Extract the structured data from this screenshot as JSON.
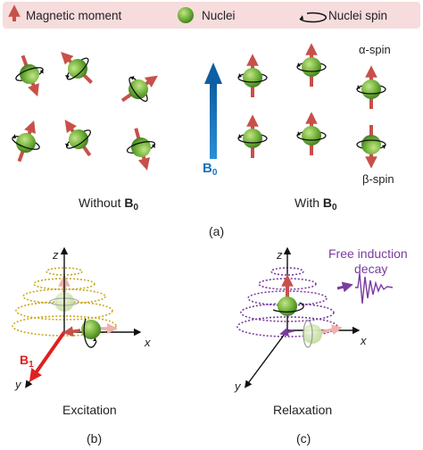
{
  "legend": {
    "magnetic_moment": "Magnetic moment",
    "nuclei": "Nuclei",
    "nuclei_spin": "Nuclei spin"
  },
  "panel_a": {
    "without_label": "Without ",
    "with_label": "With ",
    "b0_symbol": "B",
    "b0_subscript": "0",
    "alpha_spin": "α-spin",
    "beta_spin": "β-spin",
    "caption": "(a)"
  },
  "panel_b": {
    "axis_x": "x",
    "axis_y": "y",
    "axis_z": "z",
    "b1_symbol": "B",
    "b1_subscript": "1",
    "label": "Excitation",
    "caption": "(b)"
  },
  "panel_c": {
    "axis_x": "x",
    "axis_y": "y",
    "axis_z": "z",
    "fid_line1": "Free induction",
    "fid_line2": "decay",
    "label": "Relaxation",
    "caption": "(c)"
  },
  "colors": {
    "arrow_red": "#c8504a",
    "nucleus_green": "#74b43c",
    "b0_blue": "#1a72b8",
    "b1_red": "#e02020",
    "precession_gold": "#c9a820",
    "relaxation_purple": "#7a3c9e",
    "legend_bg": "#f6dcdc"
  }
}
